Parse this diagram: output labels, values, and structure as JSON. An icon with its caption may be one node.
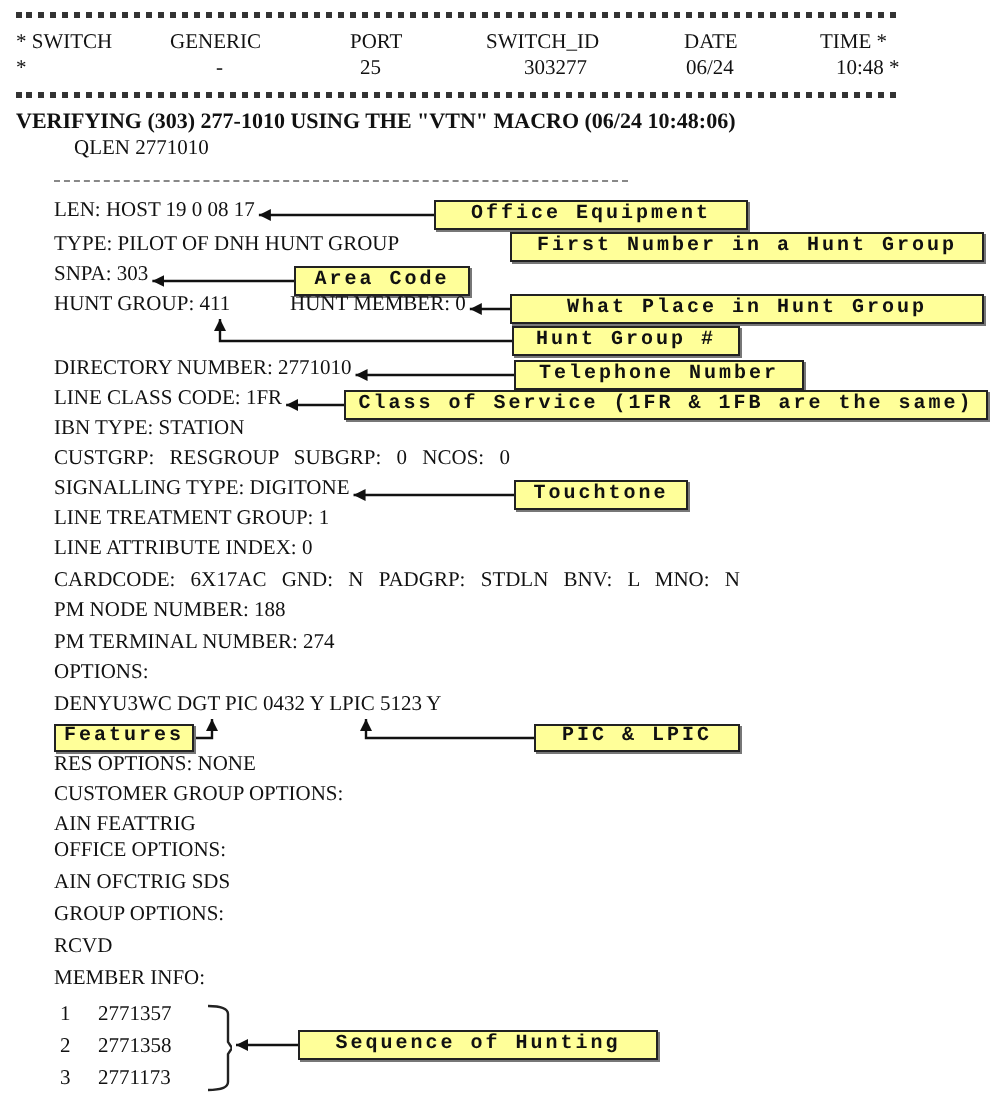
{
  "diagram": {
    "title": "VERIFYING (303) 277-1010 USING THE \"VTN\" MACRO (06/24 10:48:06)",
    "nodes": [
      {
        "text": [
          "LEN: HOST 19 0 08 17"
        ]
      },
      {
        "text": [
          "Office Equipment"
        ]
      },
      {
        "text": [
          "First Number in a Hunt Group"
        ]
      },
      {
        "text": [
          "SNPA: 303"
        ]
      },
      {
        "text": [
          "Area Code"
        ]
      },
      {
        "text": [
          "HUNT GROUP: 411"
        ]
      },
      {
        "text": [
          "HUNT MEMBER: 0"
        ]
      },
      {
        "text": [
          "What Place in Hunt Group"
        ]
      },
      {
        "text": [
          "Hunt Group #"
        ]
      },
      {
        "text": [
          "DIRECTORY NUMBER: 2771010"
        ]
      },
      {
        "text": [
          "Telephone Number"
        ]
      },
      {
        "text": [
          "LINE CLASS CODE: 1FR"
        ]
      },
      {
        "text": [
          "Class of Service (1FR & 1FB are the same)"
        ]
      },
      {
        "text": [
          "SIGNALLING TYPE: DIGITONE"
        ]
      },
      {
        "text": [
          "Touchtone"
        ]
      },
      {
        "text": [
          "DENYU3WC DGT PIC 0432 Y LPIC 5123 Y"
        ]
      },
      {
        "text": [
          "Features"
        ]
      },
      {
        "text": [
          "PIC & LPIC"
        ]
      },
      {
        "text": [],
        "shape": "bracket"
      },
      {
        "text": [
          "Sequence of Hunting"
        ]
      }
    ],
    "edges": [
      {
        "from": 1,
        "to": 0,
        "arrow": "to"
      },
      {
        "from": 4,
        "to": 3,
        "arrow": "to"
      },
      {
        "from": 7,
        "to": 6,
        "arrow": "to"
      },
      {
        "from": 8,
        "to": 5,
        "arrow": "to"
      },
      {
        "from": 10,
        "to": 9,
        "arrow": "to"
      },
      {
        "from": 12,
        "to": 11,
        "arrow": "to"
      },
      {
        "from": 14,
        "to": 13,
        "arrow": "to"
      },
      {
        "from": 16,
        "to": 15,
        "arrow": "to"
      },
      {
        "from": 17,
        "to": 15,
        "arrow": "to"
      },
      {
        "from": 19,
        "to": 18,
        "arrow": "to"
      }
    ],
    "labels": [
      "* SWITCH",
      "GENERIC",
      "PORT",
      "SWITCH_ID",
      "DATE",
      "TIME *",
      "*",
      "-",
      "25",
      "303277",
      "06/24",
      "10:48 *",
      "QLEN 2771010",
      "TYPE: PILOT OF DNH HUNT GROUP",
      "IBN TYPE: STATION",
      "CUSTGRP: RESGROUP SUBGRP: 0 NCOS: 0",
      "LINE TREATMENT GROUP: 1",
      "LINE ATTRIBUTE INDEX: 0",
      "CARDCODE: 6X17AC GND: N PADGRP: STDLN BNV: L MNO: N",
      "PM NODE NUMBER: 188",
      "PM TERMINAL NUMBER: 274",
      "OPTIONS:",
      "RES OPTIONS: NONE",
      "CUSTOMER GROUP OPTIONS:",
      "AIN FEATTRIG",
      "OFFICE OPTIONS:",
      "AIN OFCTRIG SDS",
      "GROUP OPTIONS:",
      "RCVD",
      "MEMBER INFO:",
      "1",
      "2771357",
      "2",
      "2771358",
      "3",
      "2771173"
    ]
  }
}
